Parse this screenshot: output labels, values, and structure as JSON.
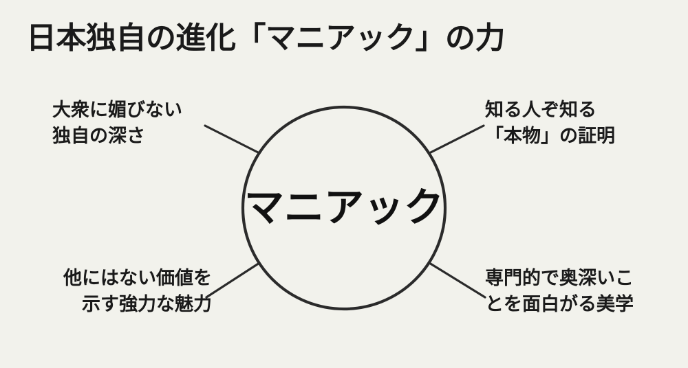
{
  "slide": {
    "title": "日本独自の進化「マニアック」の力",
    "background_color": "#f2f2ec",
    "text_color": "#1a1a1a",
    "line_color": "#2b2b2b"
  },
  "center": {
    "label": "マニアック",
    "shape": "circle"
  },
  "nodes": {
    "top_left": {
      "line1": "大衆に媚びない",
      "line2": "独自の深さ"
    },
    "top_right": {
      "line1": "知る人ぞ知る",
      "line2": "「本物」の証明"
    },
    "bottom_left": {
      "line1": "他にはない価値を",
      "line2": "示す強力な魅力"
    },
    "bottom_right": {
      "line1": "専門的で奥深いこ",
      "line2": "とを面白がる美学"
    }
  }
}
